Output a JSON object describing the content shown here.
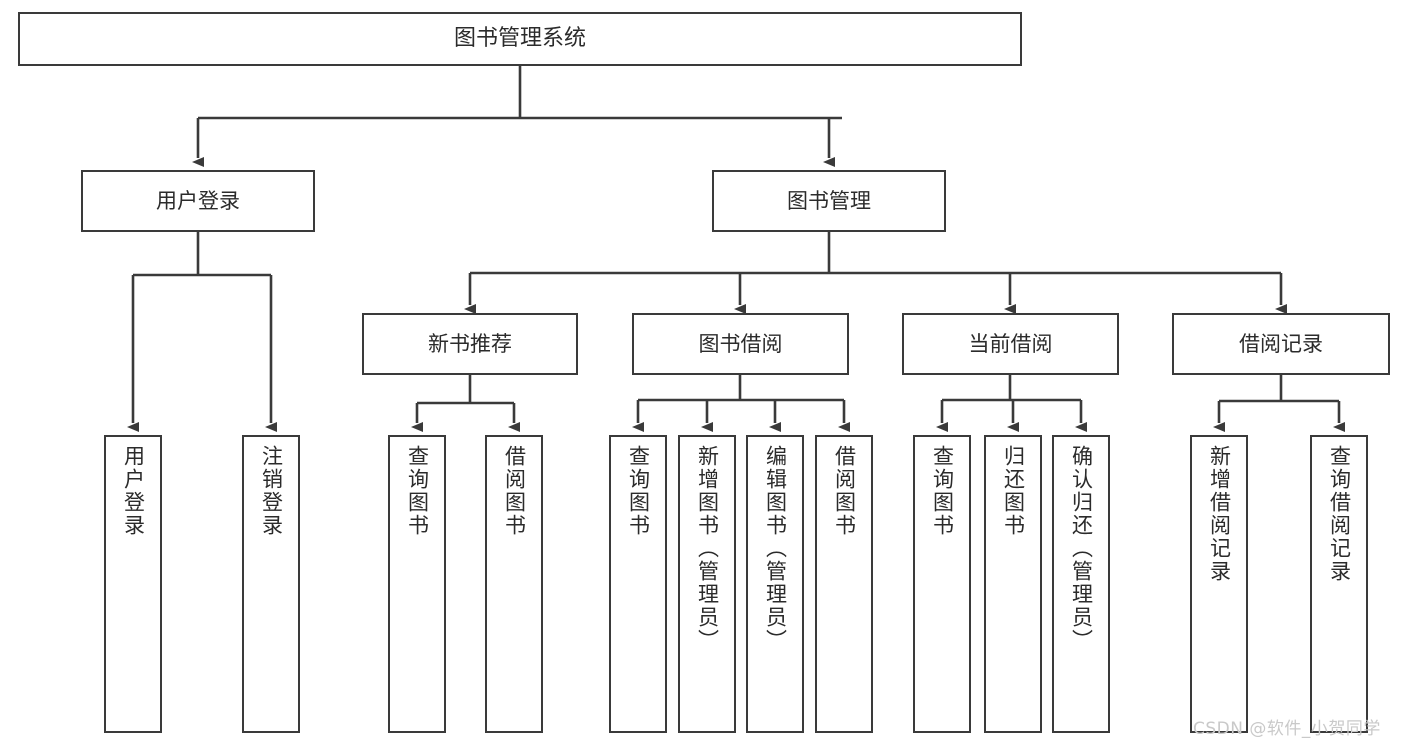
{
  "diagram": {
    "title_node": "图书管理系统",
    "watermark": "CSDN @软件_小贺同学",
    "colors": {
      "stroke": "#3a3a3a",
      "fill": "#ffffff",
      "text": "#2b2b2b",
      "watermark": "#c9c9c9"
    },
    "nodes": {
      "root": "图书管理系统",
      "level2": {
        "user_login": "用户登录",
        "book_manage": "图书管理"
      },
      "level3": {
        "new_book_rec": "新书推荐",
        "book_borrow": "图书借阅",
        "current_borrow": "当前借阅",
        "borrow_record": "借阅记录"
      },
      "leaves": {
        "user_login_1": "用户登录",
        "user_login_2": "注销登录",
        "new_book_rec_1": "查询图书",
        "new_book_rec_2": "借阅图书",
        "book_borrow_1": "查询图书",
        "book_borrow_2": "新增图书（管理员）",
        "book_borrow_3": "编辑图书（管理员）",
        "book_borrow_4": "借阅图书",
        "current_borrow_1": "查询图书",
        "current_borrow_2": "归还图书",
        "current_borrow_3": "确认归还（管理员）",
        "borrow_record_1": "新增借阅记录",
        "borrow_record_2": "查询借阅记录"
      }
    }
  }
}
